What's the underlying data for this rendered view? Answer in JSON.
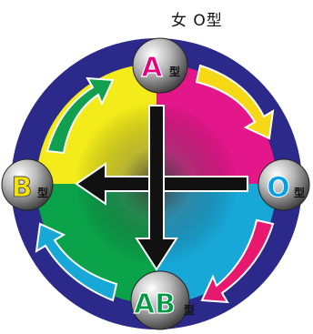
{
  "caption": "女 O型",
  "nodes": {
    "top": {
      "letter": "A",
      "suffix": "型",
      "color": "#e4007f"
    },
    "left": {
      "letter": "B",
      "suffix": "型",
      "color": "#f5e200"
    },
    "right": {
      "letter": "O",
      "suffix": "型",
      "color": "#00a0e9"
    },
    "bottom": {
      "letter": "AB",
      "suffix": "型",
      "color": "#009944"
    }
  },
  "colors": {
    "ring": "#2b2a8a",
    "yellow": "#f3ec1a",
    "magenta": "#e4178a",
    "cyan": "#18a8d8",
    "green": "#0aa34a"
  }
}
